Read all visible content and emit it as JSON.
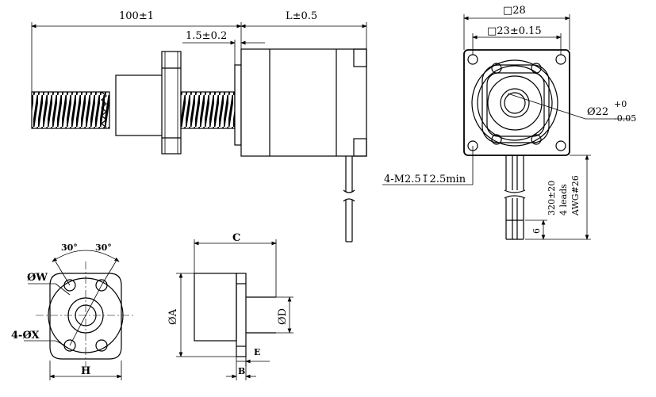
{
  "dimensions": {
    "length_screw": "100±1",
    "motor_length": "L±0.5",
    "spacer": "1.5±0.2",
    "square_outer": "□28",
    "square_holes": "□23±0.15",
    "pilot_diameter": "Ø22",
    "pilot_tol_upper": "+0",
    "pilot_tol_lower": "-0.05",
    "mount_holes": "4-M2.5↧2.5min",
    "lead_length": "320±20",
    "lead_count": "4 leads",
    "lead_gauge": "AWG#26",
    "lead_strip": "6"
  },
  "nut_view": {
    "angle_left": "30°",
    "angle_right": "30°",
    "w_label": "ØW",
    "x_label": "4-ØX",
    "h_label": "H"
  },
  "nut_side": {
    "c_label": "C",
    "a_label": "ØA",
    "d_label": "ØD",
    "e_label": "E",
    "b_label": "B"
  }
}
